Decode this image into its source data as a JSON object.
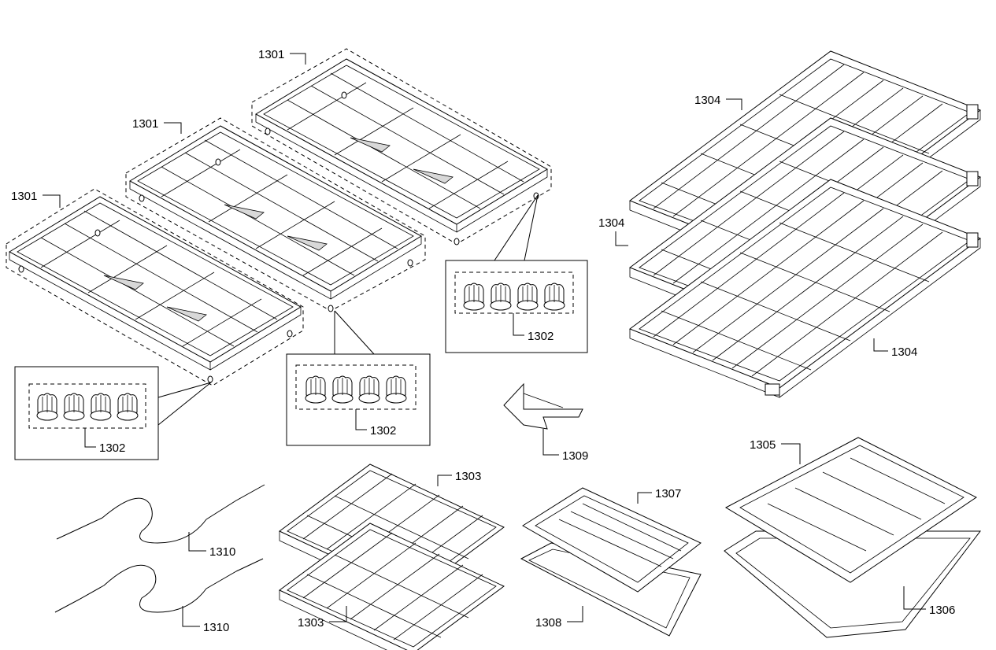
{
  "labels": {
    "grate_left": "1301",
    "grate_middle": "1301",
    "grate_right": "1301",
    "feet_left": "1302",
    "feet_middle": "1302",
    "feet_right": "1302",
    "small_rack_top": "1303",
    "small_rack_bottom": "1303",
    "oven_rack_top": "1304",
    "oven_rack_middle": "1304",
    "oven_rack_bottom": "1304",
    "large_broil_pan": "1305",
    "large_broil_tray": "1306",
    "small_broil_pan": "1307",
    "small_broil_tray": "1308",
    "bracket": "1309",
    "probe_top": "1310",
    "probe_bottom": "1310"
  }
}
